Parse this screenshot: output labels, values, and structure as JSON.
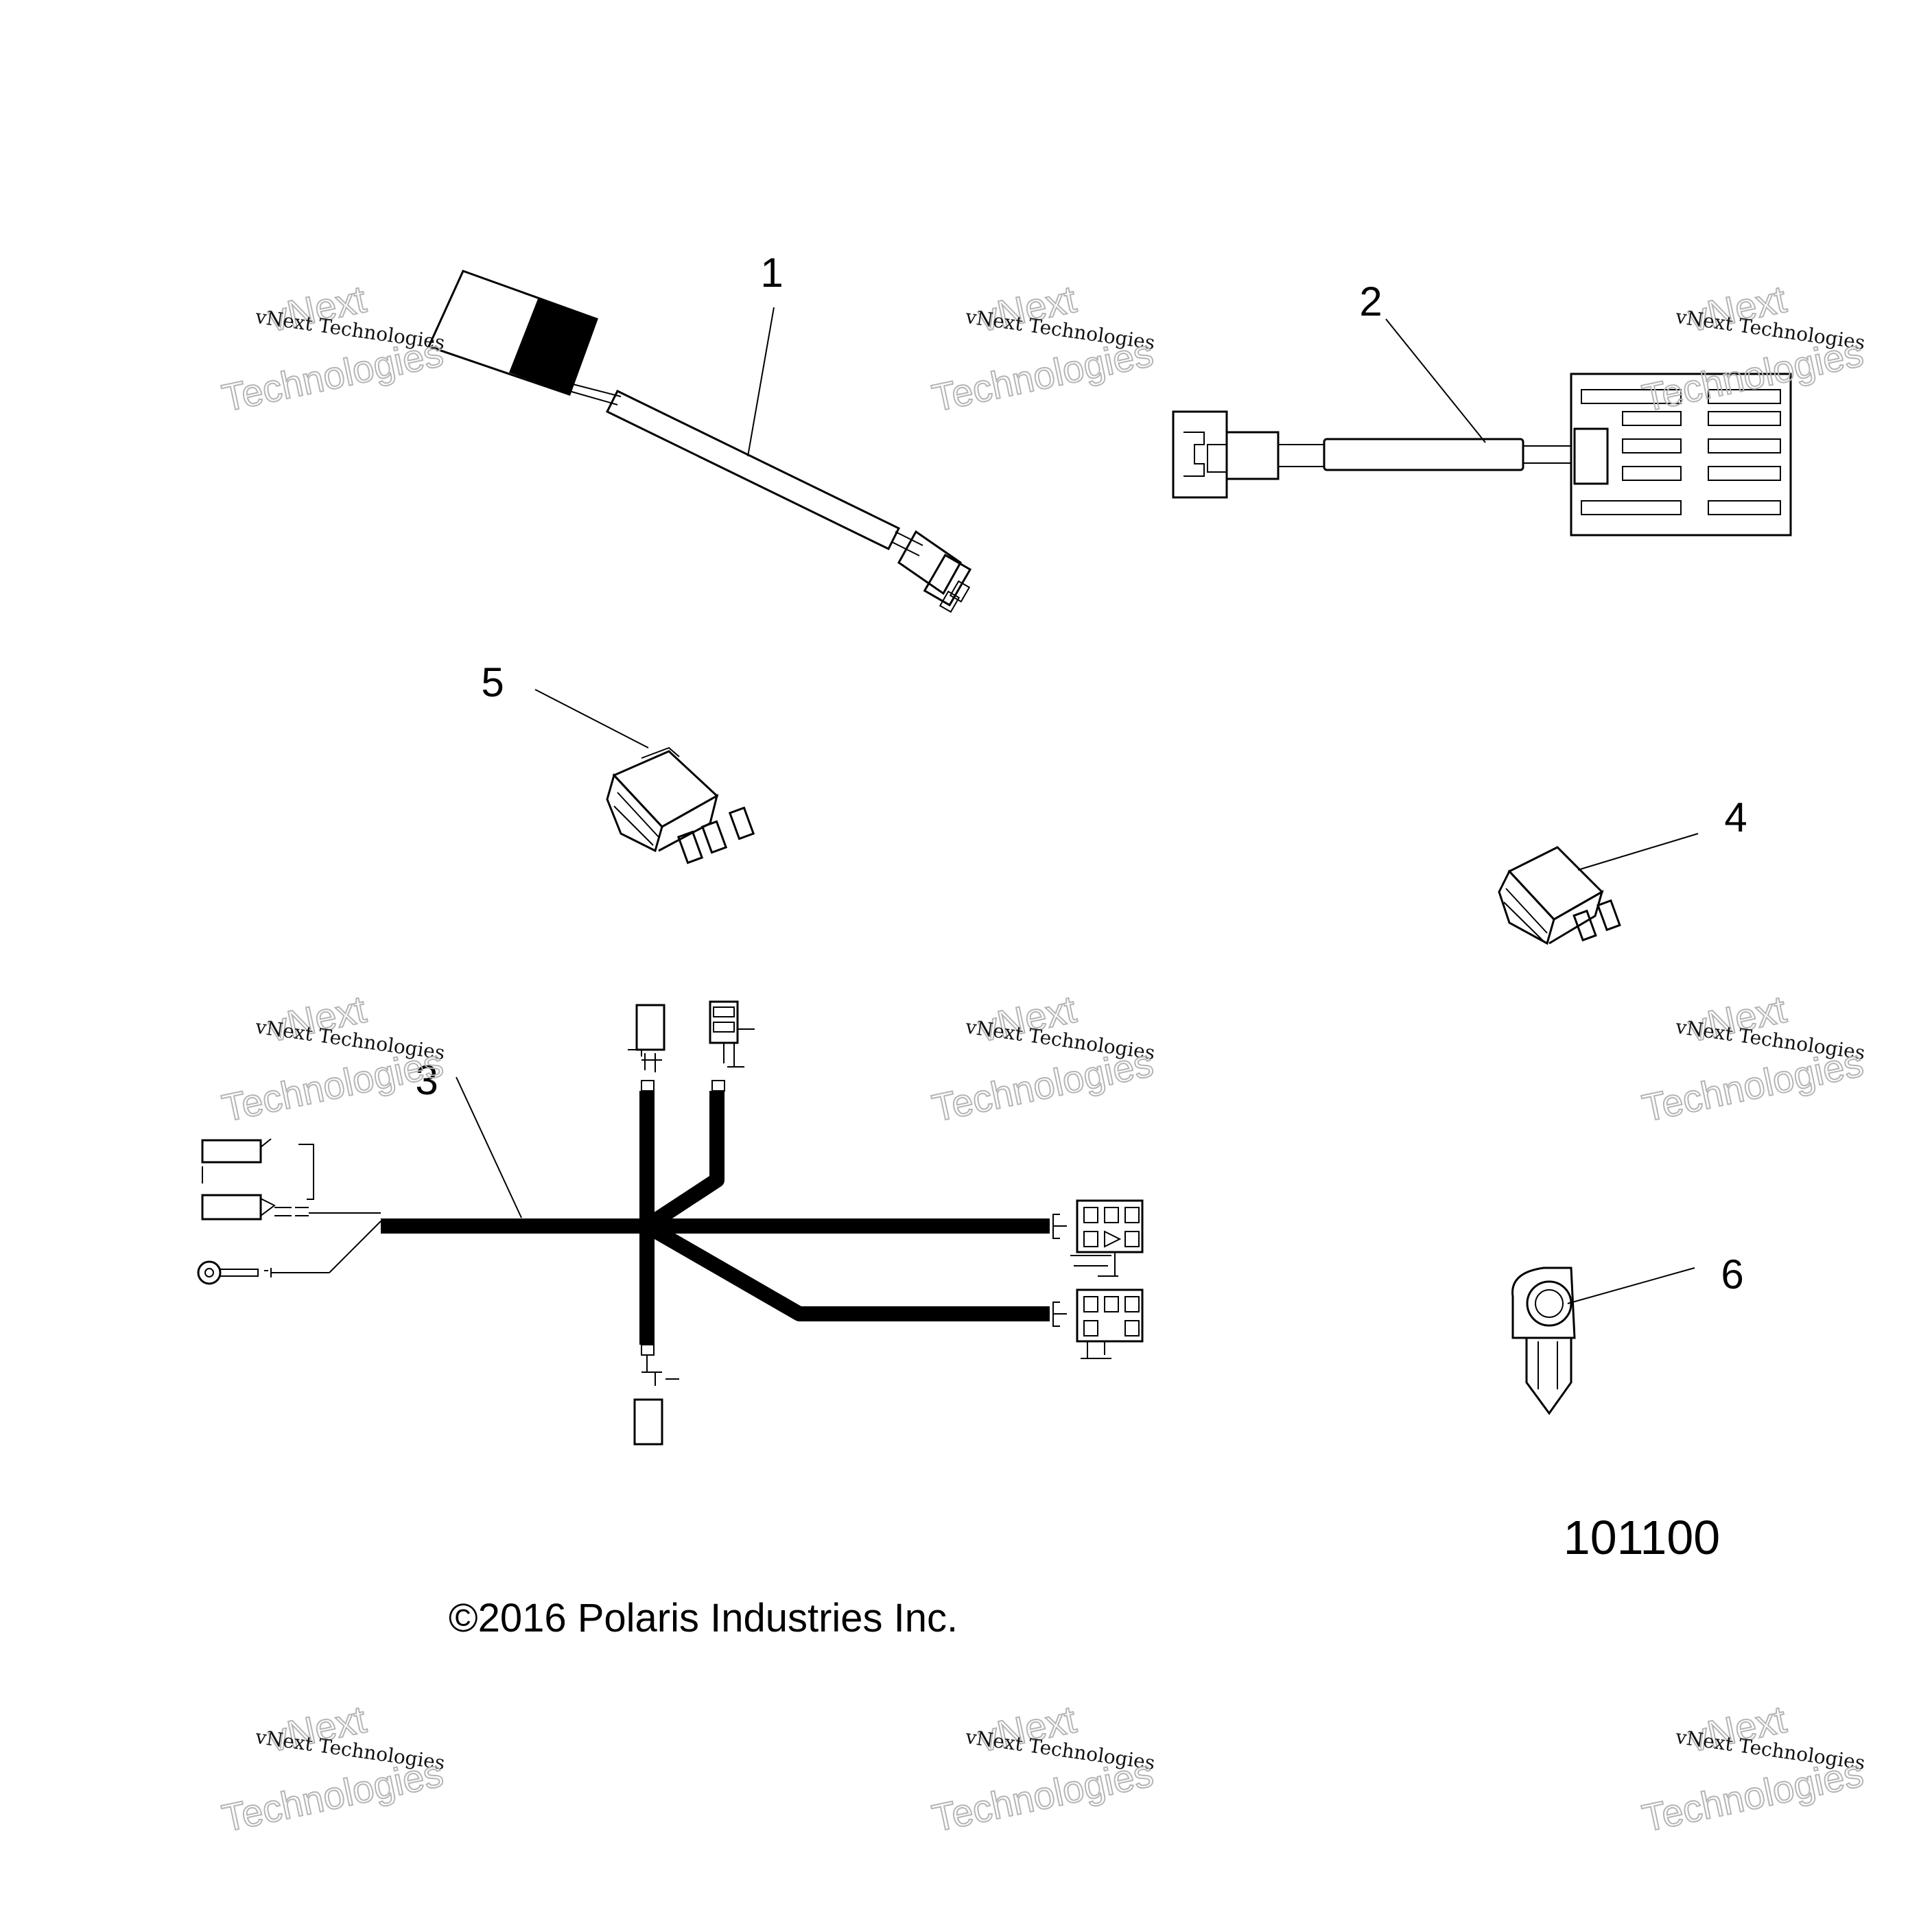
{
  "callouts": [
    {
      "id": "1",
      "label": "1"
    },
    {
      "id": "2",
      "label": "2"
    },
    {
      "id": "3",
      "label": "3"
    },
    {
      "id": "4",
      "label": "4"
    },
    {
      "id": "5",
      "label": "5"
    },
    {
      "id": "6",
      "label": "6"
    }
  ],
  "figure_number": "101100",
  "copyright": "©2016 Polaris Industries Inc.",
  "watermark": {
    "line1": "vNext",
    "line2": "vNext Technologies",
    "line3": "Technologies"
  }
}
